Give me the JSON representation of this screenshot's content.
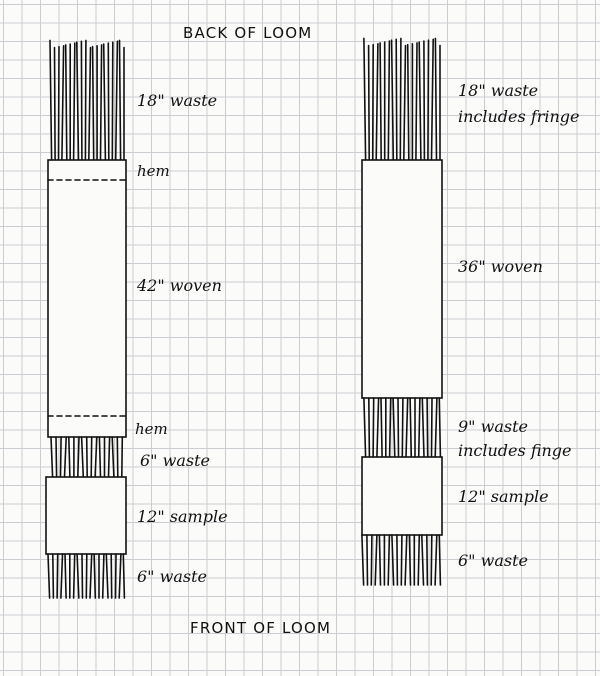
{
  "header": {
    "back_label": "BACK OF LOOM"
  },
  "footer": {
    "front_label": "FRONT OF LOOM"
  },
  "left_plan": {
    "waste_top": "18\" waste",
    "hem_top": "hem",
    "woven": "42\" woven",
    "hem_bottom": "hem",
    "waste_mid": "6\" waste",
    "sample": "12\" sample",
    "waste_bottom": "6\" waste"
  },
  "right_plan": {
    "waste_top_line1": "18\" waste",
    "waste_top_line2": "includes fringe",
    "woven": "36\" woven",
    "waste_mid_line1": "9\" waste",
    "waste_mid_line2": "includes finge",
    "sample": "12\" sample",
    "waste_bottom": "6\" waste"
  },
  "colors": {
    "ink": "#111111",
    "grid": "#c9ccd0",
    "paper": "#fbfbfa"
  }
}
